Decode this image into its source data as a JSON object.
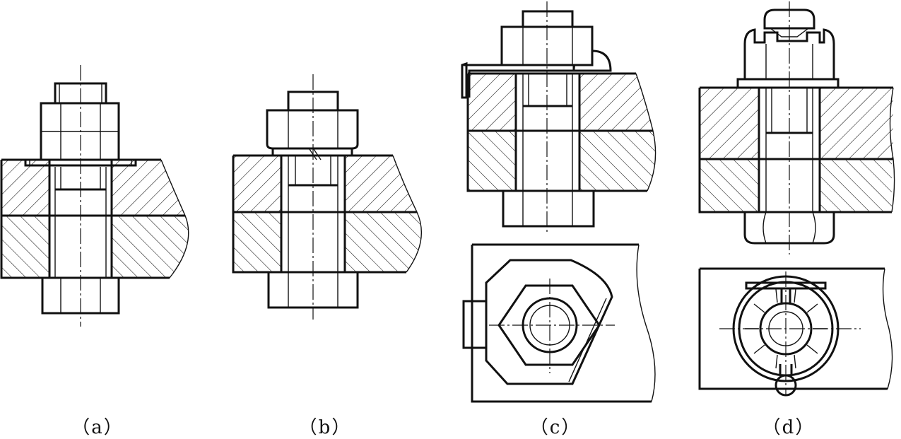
{
  "figures": [
    {
      "id": "a",
      "label": "（a）"
    },
    {
      "id": "b",
      "label": "（b）"
    },
    {
      "id": "c",
      "label": "（c）"
    },
    {
      "id": "d",
      "label": "（d）"
    }
  ],
  "colors": {
    "line": "#111111",
    "background": "#ffffff"
  }
}
